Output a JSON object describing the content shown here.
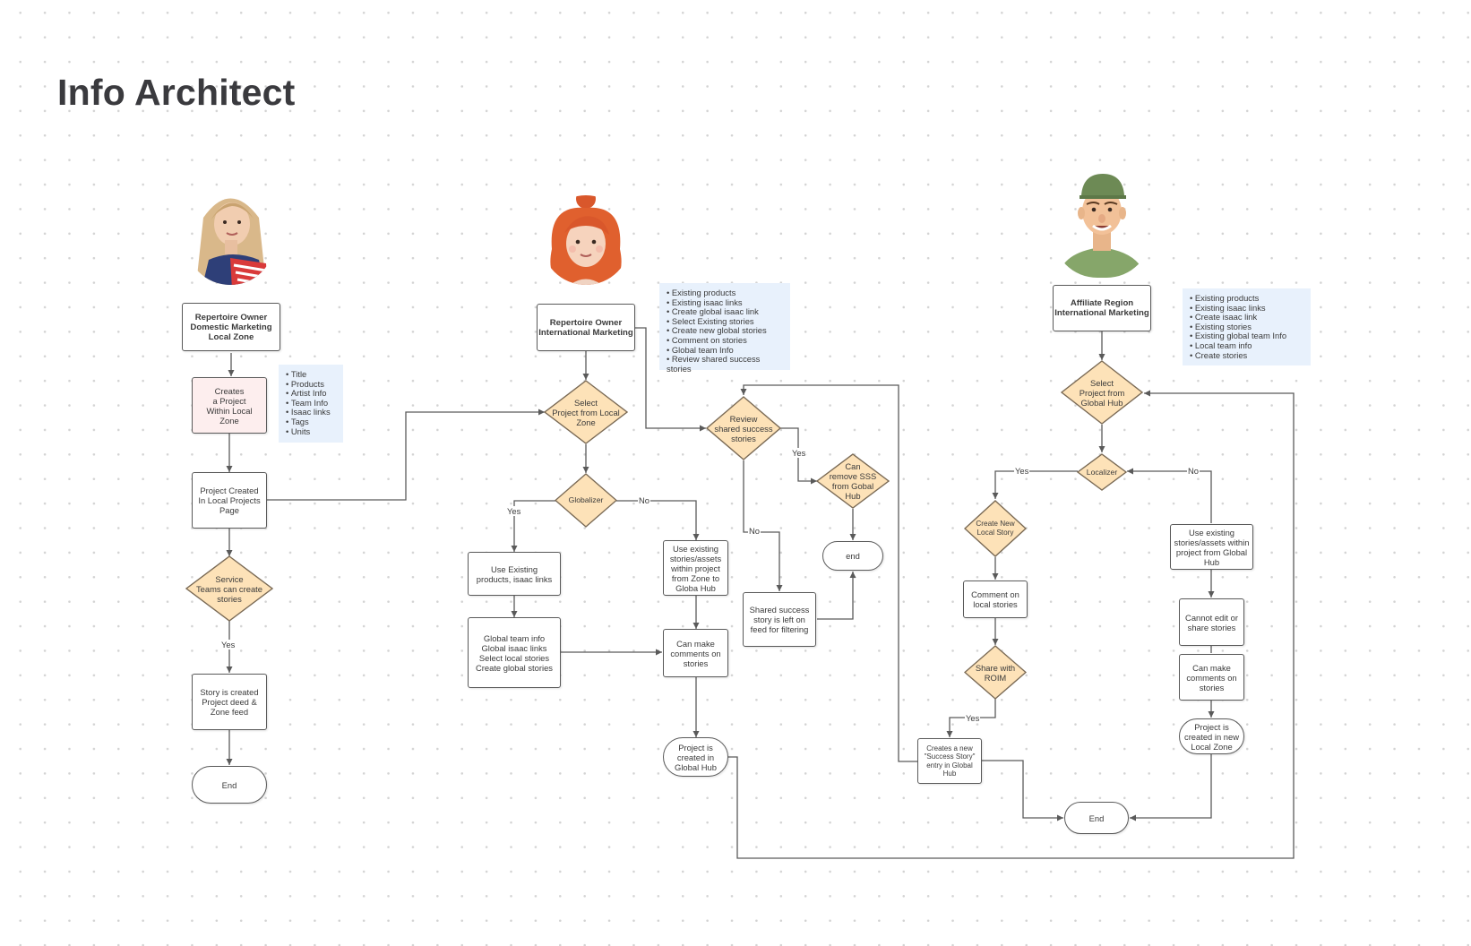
{
  "title": "Info Architect",
  "colors": {
    "decision_fill": "#fde2b8",
    "note_fill": "#e8f1fc",
    "start_fill": "#fdeeee",
    "line": "#5a5a5a"
  },
  "avatars": [
    {
      "name": "woman-blonde-avatar",
      "icon": "person-avatar"
    },
    {
      "name": "woman-redhead-avatar",
      "icon": "person-avatar"
    },
    {
      "name": "man-cap-avatar",
      "icon": "person-avatar"
    }
  ],
  "lanes": {
    "local": {
      "role": "Repertoire Owner\nDomestic Marketing\nLocal Zone",
      "create": "Creates\na Project\nWithin Local\nZone",
      "notes": [
        "Title",
        "Products",
        "Artist Info",
        "Team Info",
        "Isaac links",
        "Tags",
        "Units"
      ],
      "created": "Project Created\nIn Local Projects\nPage",
      "service": "Service\nTeams can create\nstories",
      "yes": "Yes",
      "story": "Story is created\nProject deed &\nZone feed",
      "end": "End"
    },
    "international": {
      "role": "Repertoire Owner\nInternational Marketing",
      "notes": [
        "Existing products",
        "Existing isaac links",
        "Create global isaac link",
        "Select Existing stories",
        "Create new global stories",
        "Comment on stories",
        "Global team Info",
        "Review shared success stories"
      ],
      "select": "Select\nProject from Local\nZone",
      "globalizer": "Globalizer",
      "yes": "Yes",
      "no": "No",
      "use_existing_products": "Use Existing\nproducts, isaac links",
      "global_team": "Global team info\nGlobal isaac links\nSelect local stories\nCreate global stories",
      "use_existing_stories": "Use existing\nstories/assets\nwithin project\nfrom Zone to\nGloba Hub",
      "comments": "Can make\ncomments on\nstories",
      "created_global": "Project is\ncreated in\nGlobal Hub",
      "review": "Review\nshared success\nstories",
      "review_yes": "Yes",
      "review_no": "No",
      "can_remove": "Can\nremove SSS\nfrom Gobal\nHub",
      "end": "end",
      "shared_left": "Shared success\nstory is left on\nfeed for filtering"
    },
    "affiliate": {
      "role": "Affiliate Region\nInternational Marketing",
      "notes": [
        "Existing products",
        "Existing isaac links",
        "Create isaac link",
        "Existing stories",
        "Existing global team Info",
        "Local team info",
        "Create stories"
      ],
      "select": "Select\nProject from\nGlobal Hub",
      "localizer": "Localizer",
      "yes": "Yes",
      "no": "No",
      "create_local": "Create New\nLocal Story",
      "comment_local": "Comment on\nlocal stories",
      "share": "Share with\nROIM",
      "share_yes": "Yes",
      "success_entry": "Creates a new\n\"Success Story\"\nentry in Global\nHub",
      "use_existing": "Use existing\nstories/assets within\nproject from Global\nHub",
      "cannot_edit": "Cannot edit or\nshare stories",
      "comments": "Can make\ncomments on\nstories",
      "created_local": "Project is\ncreated in new\nLocal Zone",
      "end": "End"
    }
  }
}
